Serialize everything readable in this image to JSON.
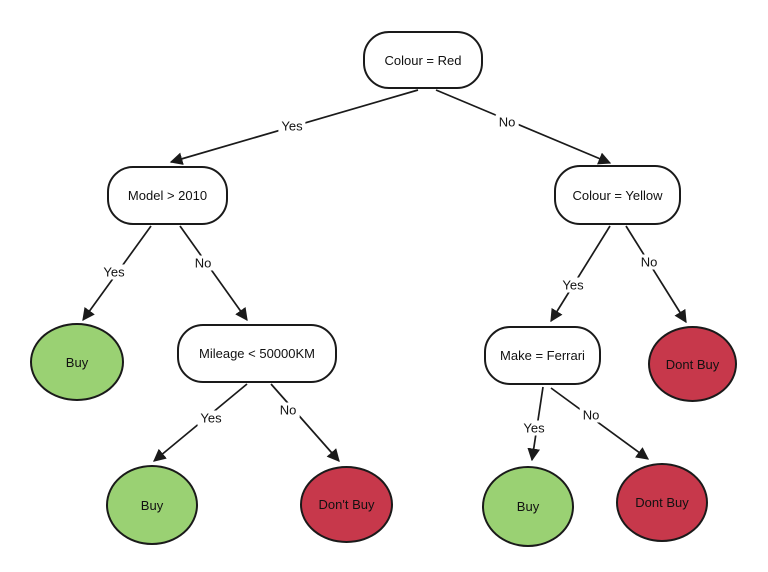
{
  "diagram": {
    "type": "decision-tree",
    "colors": {
      "diagram_bg": "#ffffff",
      "node_fill": "#ffffff",
      "node_stroke": "#1a1a1a",
      "edge_stroke": "#1a1a1a",
      "leaf_green": "#9ad173",
      "leaf_red": "#c7384b",
      "text": "#111111"
    },
    "nodes": {
      "root": {
        "label": "Colour = Red",
        "kind": "decision"
      },
      "model": {
        "label": "Model > 2010",
        "kind": "decision"
      },
      "colour_yellow": {
        "label": "Colour = Yellow",
        "kind": "decision"
      },
      "mileage": {
        "label": "Mileage < 50000KM",
        "kind": "decision"
      },
      "make_ferrari": {
        "label": "Make = Ferrari",
        "kind": "decision"
      },
      "buy_model_yes": {
        "label": "Buy",
        "kind": "outcome-green"
      },
      "dont_buy_yellow_no": {
        "label": "Dont Buy",
        "kind": "outcome-red"
      },
      "buy_mileage_yes": {
        "label": "Buy",
        "kind": "outcome-green"
      },
      "dont_buy_mileage_no": {
        "label": "Don't Buy",
        "kind": "outcome-red"
      },
      "buy_ferrari_yes": {
        "label": "Buy",
        "kind": "outcome-green"
      },
      "dont_buy_ferrari_no": {
        "label": "Dont Buy",
        "kind": "outcome-red"
      }
    },
    "edges": {
      "root_yes": {
        "from": "root",
        "to": "model",
        "label": "Yes"
      },
      "root_no": {
        "from": "root",
        "to": "colour_yellow",
        "label": "No"
      },
      "model_yes": {
        "from": "model",
        "to": "buy_model_yes",
        "label": "Yes"
      },
      "model_no": {
        "from": "model",
        "to": "mileage",
        "label": "No"
      },
      "mileage_yes": {
        "from": "mileage",
        "to": "buy_mileage_yes",
        "label": "Yes"
      },
      "mileage_no": {
        "from": "mileage",
        "to": "dont_buy_mileage_no",
        "label": "No"
      },
      "yellow_yes": {
        "from": "colour_yellow",
        "to": "make_ferrari",
        "label": "Yes"
      },
      "yellow_no": {
        "from": "colour_yellow",
        "to": "dont_buy_yellow_no",
        "label": "No"
      },
      "ferrari_yes": {
        "from": "make_ferrari",
        "to": "buy_ferrari_yes",
        "label": "Yes"
      },
      "ferrari_no": {
        "from": "make_ferrari",
        "to": "dont_buy_ferrari_no",
        "label": "No"
      }
    }
  }
}
